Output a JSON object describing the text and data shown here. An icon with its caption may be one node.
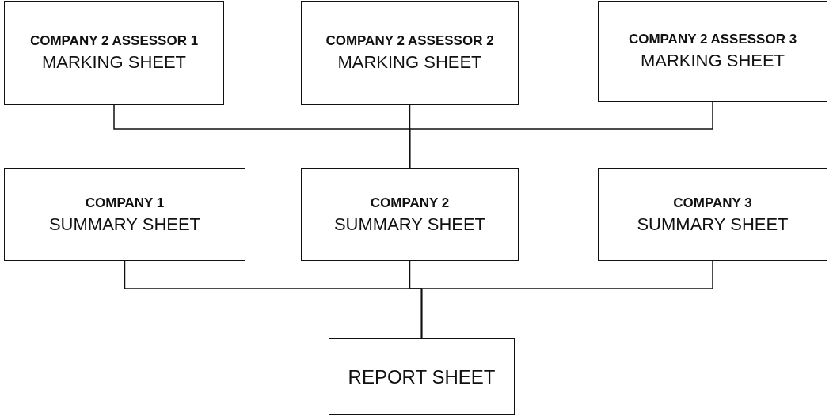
{
  "diagram": {
    "nodes": [
      {
        "text": [
          "COMPANY 2 ASSESSOR 1",
          "MARKING SHEET"
        ]
      },
      {
        "text": [
          "COMPANY 2 ASSESSOR 2",
          "MARKING SHEET"
        ]
      },
      {
        "text": [
          "COMPANY 2 ASSESSOR 3",
          "MARKING SHEET"
        ]
      },
      {
        "text": [
          "COMPANY 1",
          "SUMMARY SHEET"
        ]
      },
      {
        "text": [
          "COMPANY 2",
          "SUMMARY SHEET"
        ]
      },
      {
        "text": [
          "COMPANY 3",
          "SUMMARY SHEET"
        ]
      },
      {
        "text": [
          "REPORT SHEET"
        ]
      }
    ],
    "edges": [
      {
        "from": 0,
        "to": 4,
        "arrow": "none"
      },
      {
        "from": 1,
        "to": 4,
        "arrow": "none"
      },
      {
        "from": 2,
        "to": 4,
        "arrow": "none"
      },
      {
        "from": 3,
        "to": 6,
        "arrow": "none"
      },
      {
        "from": 4,
        "to": 6,
        "arrow": "none"
      },
      {
        "from": 5,
        "to": 6,
        "arrow": "none"
      }
    ]
  }
}
